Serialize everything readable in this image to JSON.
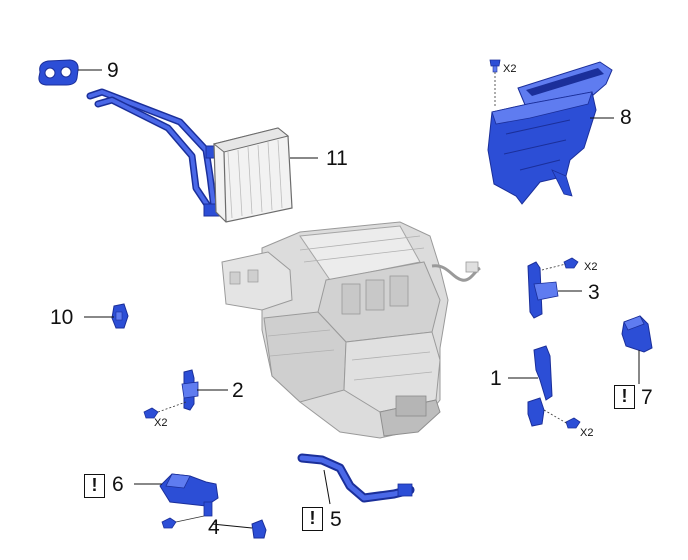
{
  "diagram": {
    "callouts": {
      "c1": "1",
      "c2": "2",
      "c3": "3",
      "c4": "4",
      "c5": "5",
      "c6": "6",
      "c7": "7",
      "c8": "8",
      "c9": "9",
      "c10": "10",
      "c11": "11"
    },
    "quantity_label": "X2",
    "caution_mark": "!",
    "colors": {
      "part_blue": "#2c4ed6",
      "part_blue_dark": "#1b2f9a",
      "part_blue_light": "#5f7cf0",
      "unit_gray": "#d9d9d9",
      "line": "#111111"
    }
  }
}
